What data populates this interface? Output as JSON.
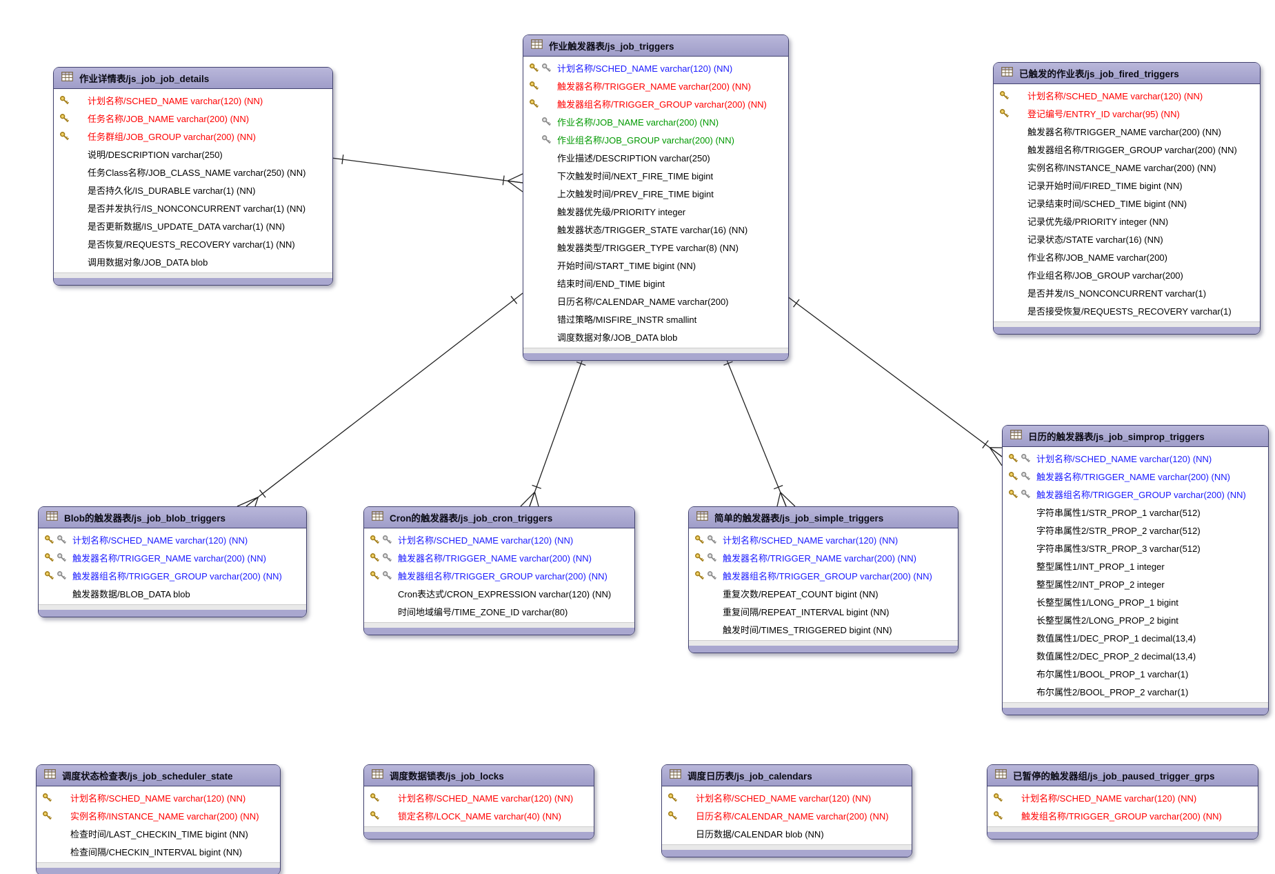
{
  "diagram": {
    "kind": "entity-relationship-diagram",
    "colors": {
      "header": "#a9a7cf",
      "border": "#41416e",
      "pk_text": "#ff0000",
      "pk_fk_text": "#1a1aff",
      "fk_text": "#009900",
      "field_text": "#000000",
      "line": "#222222"
    },
    "icons": {
      "table_icon": "table-grid",
      "gold_key": "primary-key",
      "gray_key": "foreign-key-index"
    }
  },
  "tables": [
    {
      "id": "js_job_job_details",
      "title": "作业详情表/js_job_job_details",
      "fields": [
        {
          "keys": [
            "gold"
          ],
          "color": "red",
          "label": "计划名称/SCHED_NAME varchar(120) (NN)"
        },
        {
          "keys": [
            "gold"
          ],
          "color": "red",
          "label": "任务名称/JOB_NAME varchar(200) (NN)"
        },
        {
          "keys": [
            "gold"
          ],
          "color": "red",
          "label": "任务群组/JOB_GROUP varchar(200) (NN)"
        },
        {
          "keys": [],
          "color": "black",
          "label": "说明/DESCRIPTION varchar(250)"
        },
        {
          "keys": [],
          "color": "black",
          "label": "任务Class名称/JOB_CLASS_NAME varchar(250) (NN)"
        },
        {
          "keys": [],
          "color": "black",
          "label": "是否持久化/IS_DURABLE varchar(1) (NN)"
        },
        {
          "keys": [],
          "color": "black",
          "label": "是否并发执行/IS_NONCONCURRENT varchar(1) (NN)"
        },
        {
          "keys": [],
          "color": "black",
          "label": "是否更新数据/IS_UPDATE_DATA varchar(1) (NN)"
        },
        {
          "keys": [],
          "color": "black",
          "label": "是否恢复/REQUESTS_RECOVERY varchar(1) (NN)"
        },
        {
          "keys": [],
          "color": "black",
          "label": "调用数据对象/JOB_DATA blob"
        }
      ]
    },
    {
      "id": "js_job_triggers",
      "title": "作业触发器表/js_job_triggers",
      "fields": [
        {
          "keys": [
            "gold",
            "gray"
          ],
          "color": "blue",
          "label": "计划名称/SCHED_NAME varchar(120) (NN)"
        },
        {
          "keys": [
            "gold"
          ],
          "color": "red",
          "label": "触发器名称/TRIGGER_NAME varchar(200) (NN)"
        },
        {
          "keys": [
            "gold"
          ],
          "color": "red",
          "label": "触发器组名称/TRIGGER_GROUP varchar(200) (NN)"
        },
        {
          "keys": [
            "",
            "gray"
          ],
          "color": "green",
          "label": "作业名称/JOB_NAME varchar(200) (NN)"
        },
        {
          "keys": [
            "",
            "gray"
          ],
          "color": "green",
          "label": "作业组名称/JOB_GROUP varchar(200) (NN)"
        },
        {
          "keys": [],
          "color": "black",
          "label": "作业描述/DESCRIPTION varchar(250)"
        },
        {
          "keys": [],
          "color": "black",
          "label": "下次触发时间/NEXT_FIRE_TIME bigint"
        },
        {
          "keys": [],
          "color": "black",
          "label": "上次触发时间/PREV_FIRE_TIME bigint"
        },
        {
          "keys": [],
          "color": "black",
          "label": "触发器优先级/PRIORITY integer"
        },
        {
          "keys": [],
          "color": "black",
          "label": "触发器状态/TRIGGER_STATE varchar(16) (NN)"
        },
        {
          "keys": [],
          "color": "black",
          "label": "触发器类型/TRIGGER_TYPE varchar(8) (NN)"
        },
        {
          "keys": [],
          "color": "black",
          "label": "开始时间/START_TIME bigint (NN)"
        },
        {
          "keys": [],
          "color": "black",
          "label": "结束时间/END_TIME bigint"
        },
        {
          "keys": [],
          "color": "black",
          "label": "日历名称/CALENDAR_NAME varchar(200)"
        },
        {
          "keys": [],
          "color": "black",
          "label": "错过策略/MISFIRE_INSTR smallint"
        },
        {
          "keys": [],
          "color": "black",
          "label": "调度数据对象/JOB_DATA blob"
        }
      ]
    },
    {
      "id": "js_job_fired_triggers",
      "title": "已触发的作业表/js_job_fired_triggers",
      "fields": [
        {
          "keys": [
            "gold"
          ],
          "color": "red",
          "label": "计划名称/SCHED_NAME varchar(120) (NN)"
        },
        {
          "keys": [
            "gold"
          ],
          "color": "red",
          "label": "登记编号/ENTRY_ID varchar(95) (NN)"
        },
        {
          "keys": [],
          "color": "black",
          "label": "触发器名称/TRIGGER_NAME varchar(200) (NN)"
        },
        {
          "keys": [],
          "color": "black",
          "label": "触发器组名称/TRIGGER_GROUP varchar(200) (NN)"
        },
        {
          "keys": [],
          "color": "black",
          "label": "实例名称/INSTANCE_NAME varchar(200) (NN)"
        },
        {
          "keys": [],
          "color": "black",
          "label": "记录开始时间/FIRED_TIME bigint (NN)"
        },
        {
          "keys": [],
          "color": "black",
          "label": "记录结束时间/SCHED_TIME bigint (NN)"
        },
        {
          "keys": [],
          "color": "black",
          "label": "记录优先级/PRIORITY integer (NN)"
        },
        {
          "keys": [],
          "color": "black",
          "label": "记录状态/STATE varchar(16) (NN)"
        },
        {
          "keys": [],
          "color": "black",
          "label": "作业名称/JOB_NAME varchar(200)"
        },
        {
          "keys": [],
          "color": "black",
          "label": "作业组名称/JOB_GROUP varchar(200)"
        },
        {
          "keys": [],
          "color": "black",
          "label": "是否并发/IS_NONCONCURRENT varchar(1)"
        },
        {
          "keys": [],
          "color": "black",
          "label": "是否接受恢复/REQUESTS_RECOVERY varchar(1)"
        }
      ]
    },
    {
      "id": "js_job_blob_triggers",
      "title": "Blob的触发器表/js_job_blob_triggers",
      "fields": [
        {
          "keys": [
            "gold",
            "gray"
          ],
          "color": "blue",
          "label": "计划名称/SCHED_NAME varchar(120) (NN)"
        },
        {
          "keys": [
            "gold",
            "gray"
          ],
          "color": "blue",
          "label": "触发器名称/TRIGGER_NAME varchar(200) (NN)"
        },
        {
          "keys": [
            "gold",
            "gray"
          ],
          "color": "blue",
          "label": "触发器组名称/TRIGGER_GROUP varchar(200) (NN)"
        },
        {
          "keys": [],
          "color": "black",
          "label": "触发器数据/BLOB_DATA blob"
        }
      ]
    },
    {
      "id": "js_job_cron_triggers",
      "title": "Cron的触发器表/js_job_cron_triggers",
      "fields": [
        {
          "keys": [
            "gold",
            "gray"
          ],
          "color": "blue",
          "label": "计划名称/SCHED_NAME varchar(120) (NN)"
        },
        {
          "keys": [
            "gold",
            "gray"
          ],
          "color": "blue",
          "label": "触发器名称/TRIGGER_NAME varchar(200) (NN)"
        },
        {
          "keys": [
            "gold",
            "gray"
          ],
          "color": "blue",
          "label": "触发器组名称/TRIGGER_GROUP varchar(200) (NN)"
        },
        {
          "keys": [],
          "color": "black",
          "label": "Cron表达式/CRON_EXPRESSION varchar(120) (NN)"
        },
        {
          "keys": [],
          "color": "black",
          "label": "时间地域编号/TIME_ZONE_ID varchar(80)"
        }
      ]
    },
    {
      "id": "js_job_simple_triggers",
      "title": "简单的触发器表/js_job_simple_triggers",
      "fields": [
        {
          "keys": [
            "gold",
            "gray"
          ],
          "color": "blue",
          "label": "计划名称/SCHED_NAME varchar(120) (NN)"
        },
        {
          "keys": [
            "gold",
            "gray"
          ],
          "color": "blue",
          "label": "触发器名称/TRIGGER_NAME varchar(200) (NN)"
        },
        {
          "keys": [
            "gold",
            "gray"
          ],
          "color": "blue",
          "label": "触发器组名称/TRIGGER_GROUP varchar(200) (NN)"
        },
        {
          "keys": [],
          "color": "black",
          "label": "重复次数/REPEAT_COUNT bigint (NN)"
        },
        {
          "keys": [],
          "color": "black",
          "label": "重复间隔/REPEAT_INTERVAL bigint (NN)"
        },
        {
          "keys": [],
          "color": "black",
          "label": "触发时间/TIMES_TRIGGERED bigint (NN)"
        }
      ]
    },
    {
      "id": "js_job_simprop_triggers",
      "title": "日历的触发器表/js_job_simprop_triggers",
      "fields": [
        {
          "keys": [
            "gold",
            "gray"
          ],
          "color": "blue",
          "label": "计划名称/SCHED_NAME varchar(120) (NN)"
        },
        {
          "keys": [
            "gold",
            "gray"
          ],
          "color": "blue",
          "label": "触发器名称/TRIGGER_NAME varchar(200) (NN)"
        },
        {
          "keys": [
            "gold",
            "gray"
          ],
          "color": "blue",
          "label": "触发器组名称/TRIGGER_GROUP varchar(200) (NN)"
        },
        {
          "keys": [],
          "color": "black",
          "label": "字符串属性1/STR_PROP_1 varchar(512)"
        },
        {
          "keys": [],
          "color": "black",
          "label": "字符串属性2/STR_PROP_2 varchar(512)"
        },
        {
          "keys": [],
          "color": "black",
          "label": "字符串属性3/STR_PROP_3 varchar(512)"
        },
        {
          "keys": [],
          "color": "black",
          "label": "整型属性1/INT_PROP_1 integer"
        },
        {
          "keys": [],
          "color": "black",
          "label": "整型属性2/INT_PROP_2 integer"
        },
        {
          "keys": [],
          "color": "black",
          "label": "长整型属性1/LONG_PROP_1 bigint"
        },
        {
          "keys": [],
          "color": "black",
          "label": "长整型属性2/LONG_PROP_2 bigint"
        },
        {
          "keys": [],
          "color": "black",
          "label": "数值属性1/DEC_PROP_1 decimal(13,4)"
        },
        {
          "keys": [],
          "color": "black",
          "label": "数值属性2/DEC_PROP_2 decimal(13,4)"
        },
        {
          "keys": [],
          "color": "black",
          "label": "布尔属性1/BOOL_PROP_1 varchar(1)"
        },
        {
          "keys": [],
          "color": "black",
          "label": "布尔属性2/BOOL_PROP_2 varchar(1)"
        }
      ]
    },
    {
      "id": "js_job_scheduler_state",
      "title": "调度状态检查表/js_job_scheduler_state",
      "fields": [
        {
          "keys": [
            "gold"
          ],
          "color": "red",
          "label": "计划名称/SCHED_NAME varchar(120) (NN)"
        },
        {
          "keys": [
            "gold"
          ],
          "color": "red",
          "label": "实例名称/INSTANCE_NAME varchar(200) (NN)"
        },
        {
          "keys": [],
          "color": "black",
          "label": "检查时间/LAST_CHECKIN_TIME bigint (NN)"
        },
        {
          "keys": [],
          "color": "black",
          "label": "检查间隔/CHECKIN_INTERVAL bigint (NN)"
        }
      ]
    },
    {
      "id": "js_job_locks",
      "title": "调度数据锁表/js_job_locks",
      "fields": [
        {
          "keys": [
            "gold"
          ],
          "color": "red",
          "label": "计划名称/SCHED_NAME varchar(120) (NN)"
        },
        {
          "keys": [
            "gold"
          ],
          "color": "red",
          "label": "锁定名称/LOCK_NAME varchar(40) (NN)"
        }
      ]
    },
    {
      "id": "js_job_calendars",
      "title": "调度日历表/js_job_calendars",
      "fields": [
        {
          "keys": [
            "gold"
          ],
          "color": "red",
          "label": "计划名称/SCHED_NAME varchar(120) (NN)"
        },
        {
          "keys": [
            "gold"
          ],
          "color": "red",
          "label": "日历名称/CALENDAR_NAME varchar(200) (NN)"
        },
        {
          "keys": [],
          "color": "black",
          "label": "日历数据/CALENDAR blob (NN)"
        }
      ]
    },
    {
      "id": "js_job_paused_trigger_grps",
      "title": "已暂停的触发器组/js_job_paused_trigger_grps",
      "fields": [
        {
          "keys": [
            "gold"
          ],
          "color": "red",
          "label": "计划名称/SCHED_NAME varchar(120) (NN)"
        },
        {
          "keys": [
            "gold"
          ],
          "color": "red",
          "label": "触发组名称/TRIGGER_GROUP varchar(200) (NN)"
        }
      ]
    }
  ],
  "relationships": [
    {
      "from": "js_job_job_details",
      "to": "js_job_triggers",
      "cardinality": "1:n"
    },
    {
      "from": "js_job_triggers",
      "to": "js_job_blob_triggers",
      "cardinality": "1:n"
    },
    {
      "from": "js_job_triggers",
      "to": "js_job_cron_triggers",
      "cardinality": "1:n"
    },
    {
      "from": "js_job_triggers",
      "to": "js_job_simple_triggers",
      "cardinality": "1:n"
    },
    {
      "from": "js_job_triggers",
      "to": "js_job_simprop_triggers",
      "cardinality": "1:n"
    }
  ]
}
